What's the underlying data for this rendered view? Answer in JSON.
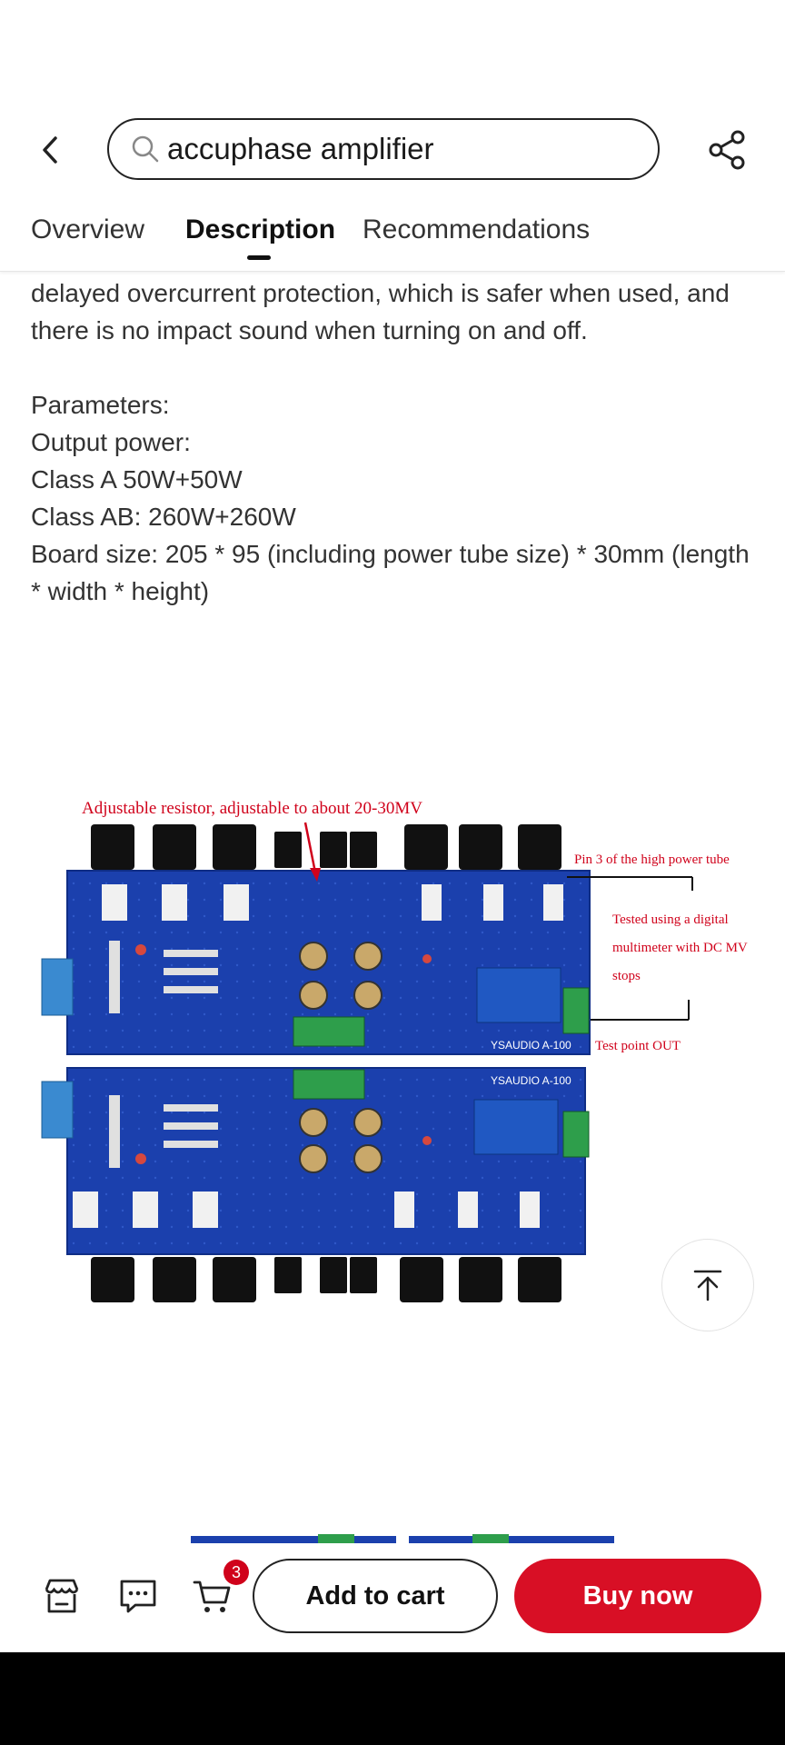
{
  "header": {
    "search_value": "accuphase amplifier",
    "tabs": [
      "Overview",
      "Description",
      "Recommendations"
    ],
    "active_tab": "Description"
  },
  "description": {
    "lines": [
      "delayed overcurrent protection, which is safer when used, and there is no impact sound when turning on and off.",
      "",
      "Parameters:",
      "Output power:",
      "Class A 50W+50W",
      "Class AB: 260W+260W",
      "Board size: 205 * 95 (including power tube size) * 30mm (length * width * height)"
    ]
  },
  "product_image": {
    "annotation_top": "Adjustable resistor, adjustable to about 20-30MV",
    "annotation_pin": "Pin 3 of the high power tube",
    "annotation_test_1": "Tested using a digital",
    "annotation_test_2": "multimeter with DC MV",
    "annotation_test_3": "stops",
    "annotation_out": "Test point OUT",
    "board_label_top": "YSAUDIO A-100",
    "board_label_bottom": "YSAUDIO A-100"
  },
  "bottom_bar": {
    "cart_count": "3",
    "add_to_cart": "Add to cart",
    "buy_now": "Buy now"
  },
  "colors": {
    "accent_red": "#d80f25",
    "pcb_blue": "#1a3fa8",
    "annotation_red": "#d0021b"
  },
  "icons": [
    "back-icon",
    "search-icon",
    "share-icon",
    "store-icon",
    "chat-icon",
    "cart-icon",
    "back-to-top-icon"
  ]
}
